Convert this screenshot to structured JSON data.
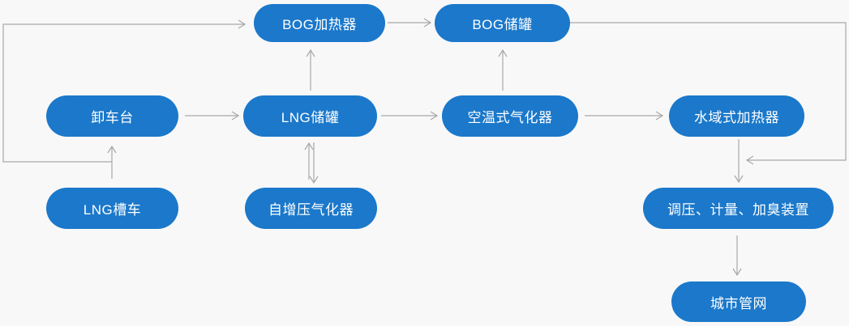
{
  "diagram": {
    "type": "process-flow",
    "colors": {
      "background": "#f8f8f8",
      "node_fill": "#1b78ca",
      "node_text": "#ffffff",
      "connector": "#a8a8a8"
    },
    "nodes": [
      {
        "id": "bog-heater",
        "label": "BOG加热器"
      },
      {
        "id": "bog-tank",
        "label": "BOG储罐"
      },
      {
        "id": "unloading-platform",
        "label": "卸车台"
      },
      {
        "id": "lng-tank",
        "label": "LNG储罐"
      },
      {
        "id": "ambient-vaporizer",
        "label": "空温式气化器"
      },
      {
        "id": "water-bath-heater",
        "label": "水域式加热器"
      },
      {
        "id": "lng-truck",
        "label": "LNG槽车"
      },
      {
        "id": "self-pressurizing-vaporizer",
        "label": "自增压气化器"
      },
      {
        "id": "regulating-metering-odorizing",
        "label": "调压、计量、加臭装置"
      },
      {
        "id": "city-pipeline-network",
        "label": "城市管网"
      }
    ],
    "edges": [
      {
        "from": "lng-truck",
        "to": "unloading-platform"
      },
      {
        "from": "lng-truck",
        "to": "bog-heater",
        "via": "left-loop"
      },
      {
        "from": "unloading-platform",
        "to": "lng-tank"
      },
      {
        "from": "lng-tank",
        "to": "bog-heater"
      },
      {
        "from": "bog-heater",
        "to": "bog-tank"
      },
      {
        "from": "self-pressurizing-vaporizer",
        "to": "lng-tank"
      },
      {
        "from": "lng-tank",
        "to": "self-pressurizing-vaporizer"
      },
      {
        "from": "lng-tank",
        "to": "ambient-vaporizer"
      },
      {
        "from": "ambient-vaporizer",
        "to": "bog-tank"
      },
      {
        "from": "ambient-vaporizer",
        "to": "water-bath-heater"
      },
      {
        "from": "bog-tank",
        "to": "regulating-metering-odorizing",
        "via": "right-loop"
      },
      {
        "from": "water-bath-heater",
        "to": "regulating-metering-odorizing"
      },
      {
        "from": "regulating-metering-odorizing",
        "to": "city-pipeline-network"
      }
    ]
  }
}
